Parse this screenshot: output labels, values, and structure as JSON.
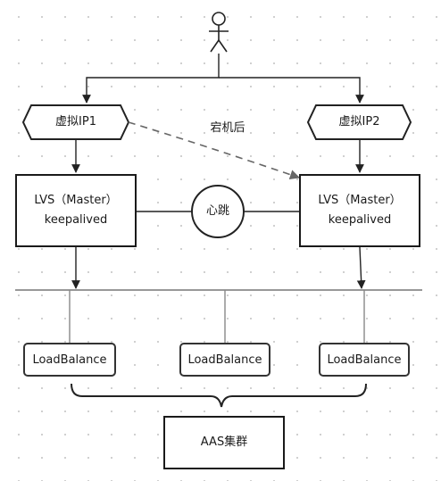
{
  "vip_left": "虚拟IP1",
  "vip_right": "虚拟IP2",
  "failover_note": "宕机后",
  "lvs_left": {
    "line1": "LVS（Master）",
    "line2": "keepalived"
  },
  "lvs_right": {
    "line1": "LVS（Master）",
    "line2": "keepalived"
  },
  "heartbeat": "心跳",
  "load_balancers": [
    "LoadBalance",
    "LoadBalance",
    "LoadBalance"
  ],
  "cluster": "AAS集群"
}
